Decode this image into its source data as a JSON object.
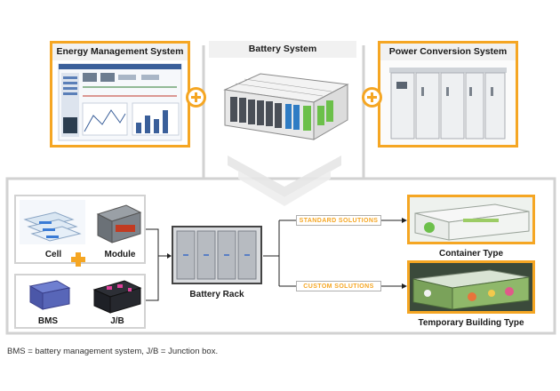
{
  "top": {
    "ems_title": "Energy Management System",
    "battery_system_title": "Battery System",
    "pcs_title": "Power Conversion System"
  },
  "components": {
    "cell": "Cell",
    "module": "Module",
    "bms": "BMS",
    "jb": "J/B",
    "battery_rack": "Battery Rack"
  },
  "solutions": {
    "standard": "STANDARD SOLUTIONS",
    "custom": "CUSTOM SOLUTIONS",
    "container_type": "Container Type",
    "temporary_building_type": "Temporary Building Type"
  },
  "caption": "BMS = battery management system, J/B = Junction box.",
  "colors": {
    "accent": "#f5a623",
    "frame_gray": "#d2d2d2"
  }
}
